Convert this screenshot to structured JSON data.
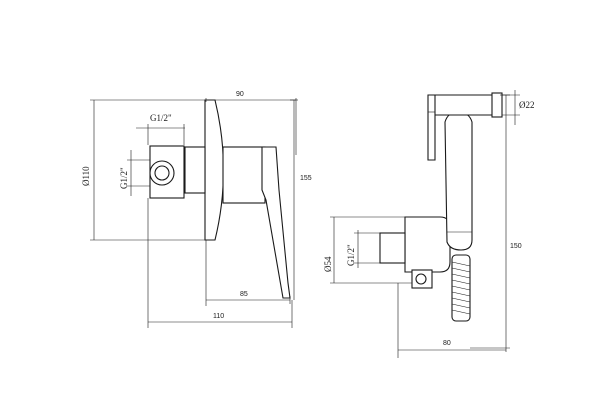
{
  "left_view": {
    "dim_top": "90",
    "dim_height": "155",
    "dim_diameter": "Ø110",
    "dim_thread_h": "G1/2\"",
    "dim_thread_v": "G1/2\"",
    "dim_depth_lower": "85",
    "dim_depth_bottom": "110"
  },
  "right_view": {
    "dim_diameter_small": "Ø22",
    "dim_height": "150",
    "dim_diameter_outlet": "Ø54",
    "dim_thread_v": "G1/2\"",
    "dim_width": "80"
  }
}
